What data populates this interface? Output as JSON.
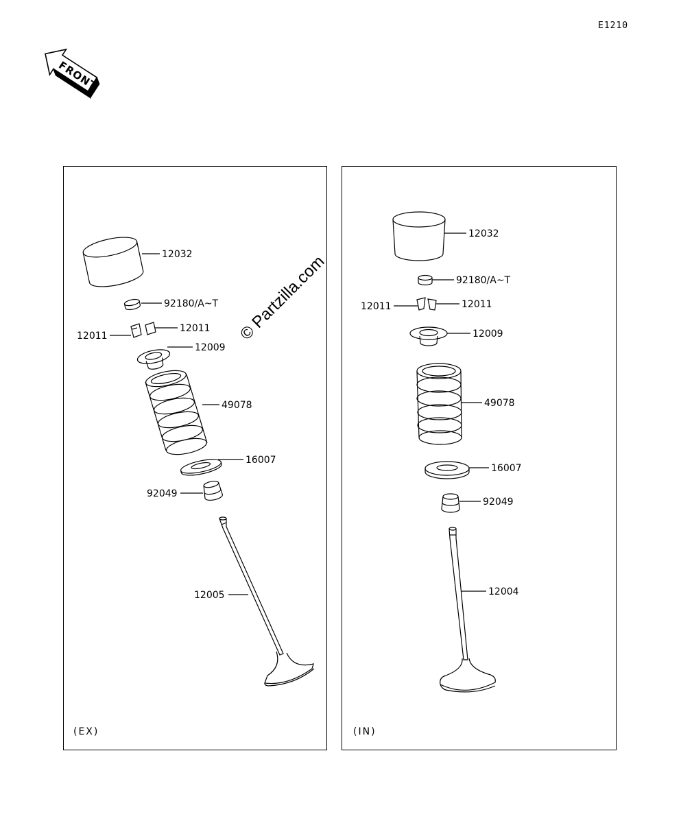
{
  "page_code": "E1210",
  "front_arrow_label": "FRONT",
  "watermark": "© Partzilla.com",
  "panels": {
    "ex": {
      "tag": "(EX)",
      "labels": {
        "tappet": "12032",
        "shim": "92180/A~T",
        "cotter_right": "12011",
        "cotter_left": "12011",
        "retainer": "12009",
        "spring": "49078",
        "seat": "16007",
        "seal": "92049",
        "valve": "12005"
      }
    },
    "in": {
      "tag": "(IN)",
      "labels": {
        "tappet": "12032",
        "shim": "92180/A~T",
        "cotter_left": "12011",
        "cotter_right": "12011",
        "retainer": "12009",
        "spring": "49078",
        "seat": "16007",
        "seal": "92049",
        "valve": "12004"
      }
    }
  }
}
